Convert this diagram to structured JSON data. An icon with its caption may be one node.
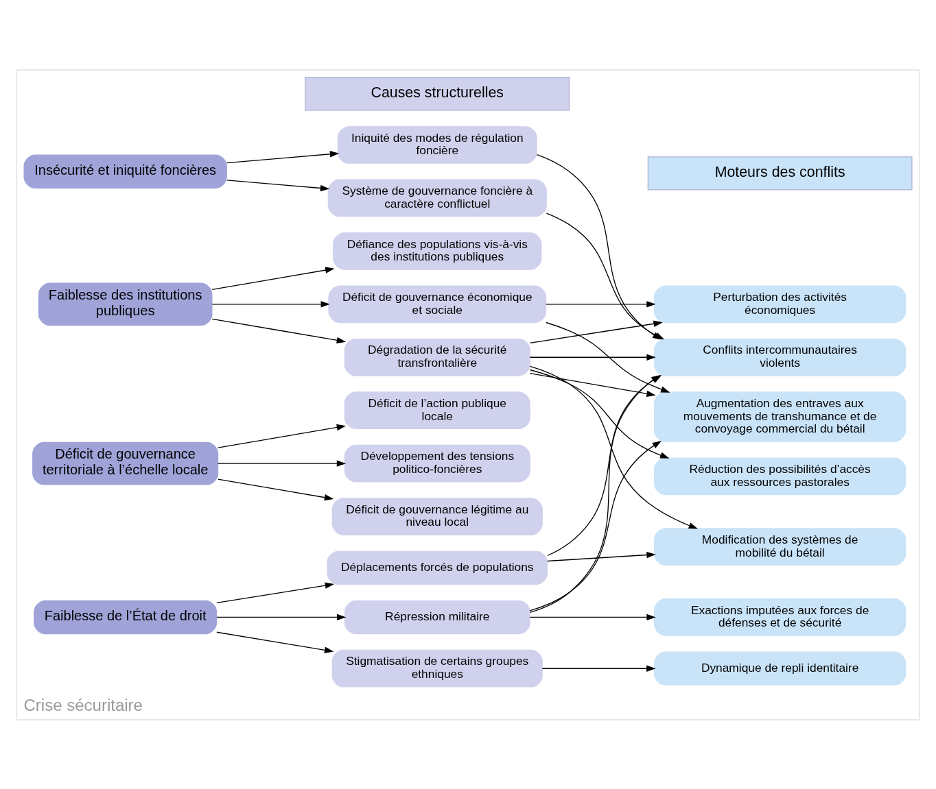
{
  "diagram": {
    "nodes": [
      {
        "text": [
          "Crise sécuritaire"
        ]
      },
      {
        "text": [
          "Causes structurelles"
        ],
        "in": 0
      },
      {
        "text": [
          "Moteurs des conflits"
        ],
        "in": 0
      },
      {
        "text": [
          "Faiblesse des institutions publiques"
        ],
        "in": 0
      },
      {
        "text": [
          "Dégradation de la sécurité transfrontalière"
        ],
        "in": 0
      },
      {
        "text": [
          "Déficit de gouvernance économique et sociale"
        ],
        "in": 0
      },
      {
        "text": [
          "Défiance des populations vis-à-vis des institutions publiques"
        ],
        "in": 0
      },
      {
        "text": [
          "Faiblesse de l’État de droit"
        ],
        "in": 0
      },
      {
        "text": [
          "Répression militaire"
        ],
        "in": 0
      },
      {
        "text": [
          "Stigmatisation de certains groupes ethniques"
        ],
        "in": 0
      },
      {
        "text": [
          "Déplacements forcés de populations"
        ],
        "in": 0
      },
      {
        "text": [
          "Déficit de gouvernance territoriale à l’échelle locale"
        ],
        "in": 0
      },
      {
        "text": [
          "Déficit de gouvernance légitime au niveau local"
        ],
        "in": 0
      },
      {
        "text": [
          "Développement des tensions politico-foncières"
        ],
        "in": 0
      },
      {
        "text": [
          "Déficit de l’action publique locale"
        ],
        "in": 0
      },
      {
        "text": [
          "Insécurité et iniquité foncières"
        ],
        "in": 0
      },
      {
        "text": [
          "Système de gouvernance foncière à caractère conflictuel"
        ],
        "in": 0
      },
      {
        "text": [
          "Iniquité des modes de régulation foncière"
        ],
        "in": 0
      },
      {
        "text": [
          "Réduction des possibilités d’accès aux ressources pastorales"
        ],
        "in": 0
      },
      {
        "text": [
          "Perturbation des activités économiques"
        ],
        "in": 0
      },
      {
        "text": [
          "Modification des systèmes de mobilité du bétail"
        ],
        "in": 0
      },
      {
        "text": [
          "Augmentation des entraves aux mouvements de transhumance et de convoyage commercial du bétail"
        ],
        "in": 0
      },
      {
        "text": [
          "Dynamique de repli identitaire"
        ],
        "in": 0
      },
      {
        "text": [
          "Conflits intercommunautaires violents"
        ],
        "in": 0
      },
      {
        "text": [
          "Exactions imputées aux forces de défenses et de sécurité"
        ],
        "in": 0
      }
    ],
    "edges": [
      {
        "from": 3,
        "to": 4,
        "arrow": "to"
      },
      {
        "from": 3,
        "to": 5,
        "arrow": "to"
      },
      {
        "from": 3,
        "to": 6,
        "arrow": "to"
      },
      {
        "from": 7,
        "to": 8,
        "arrow": "to"
      },
      {
        "from": 7,
        "to": 9,
        "arrow": "to"
      },
      {
        "from": 7,
        "to": 10,
        "arrow": "to"
      },
      {
        "from": 11,
        "to": 12,
        "arrow": "to"
      },
      {
        "from": 11,
        "to": 13,
        "arrow": "to"
      },
      {
        "from": 11,
        "to": 14,
        "arrow": "to"
      },
      {
        "from": 15,
        "to": 16,
        "arrow": "to"
      },
      {
        "from": 15,
        "to": 17,
        "arrow": "to"
      },
      {
        "from": 4,
        "to": 18,
        "arrow": "to"
      },
      {
        "from": 4,
        "to": 19,
        "arrow": "to"
      },
      {
        "from": 4,
        "to": 20,
        "arrow": "to"
      },
      {
        "from": 4,
        "to": 21,
        "arrow": "to"
      },
      {
        "from": 4,
        "to": 23,
        "arrow": "to"
      },
      {
        "from": 5,
        "to": 19,
        "arrow": "to"
      },
      {
        "from": 5,
        "to": 21,
        "arrow": "to"
      },
      {
        "from": 8,
        "to": 21,
        "arrow": "to"
      },
      {
        "from": 8,
        "to": 23,
        "arrow": "to"
      },
      {
        "from": 8,
        "to": 24,
        "arrow": "to"
      },
      {
        "from": 9,
        "to": 22,
        "arrow": "to"
      },
      {
        "from": 10,
        "to": 20,
        "arrow": "to"
      },
      {
        "from": 10,
        "to": 23,
        "arrow": "to"
      },
      {
        "from": 16,
        "to": 23,
        "arrow": "to"
      },
      {
        "from": 17,
        "to": 23,
        "arrow": "to"
      }
    ]
  }
}
